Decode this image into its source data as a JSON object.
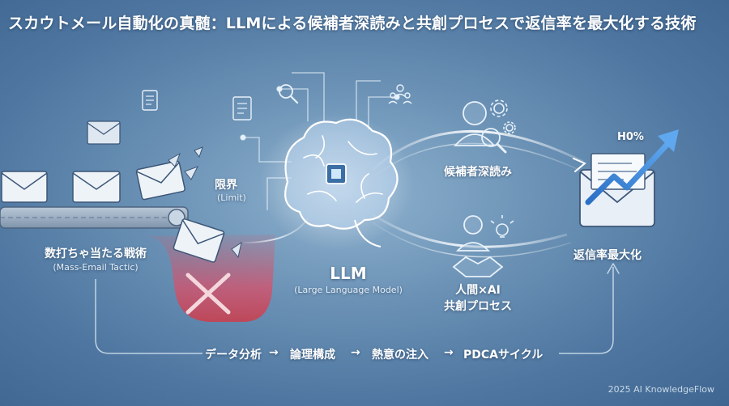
{
  "title": "スカウトメール自動化の真髄：LLMによる候補者深読みと共創プロセスで返信率を最大化する技術",
  "mass_email": {
    "label": "数打ちゃ当たる戦術",
    "sub": "(Mass-Email Tactic)"
  },
  "limit": {
    "label": "限界",
    "sub": "(Limit)"
  },
  "llm": {
    "label": "LLM",
    "sub": "(Large Language Model)"
  },
  "deep_read": {
    "label": "候補者深読み"
  },
  "cocreation": {
    "line1": "人間×AI",
    "line2": "共創プロセス"
  },
  "result": {
    "label": "返信率最大化",
    "badge": "H0%"
  },
  "flow": {
    "steps": [
      "データ分析",
      "論理構成",
      "熱意の注入",
      "PDCAサイクル"
    ],
    "arrow": "→"
  },
  "credit": "2025 AI KnowledgeFlow",
  "colors": {
    "glow": "#dff2ff",
    "limit_red": "#e0586a",
    "accent_blue": "#2f7fd8"
  }
}
